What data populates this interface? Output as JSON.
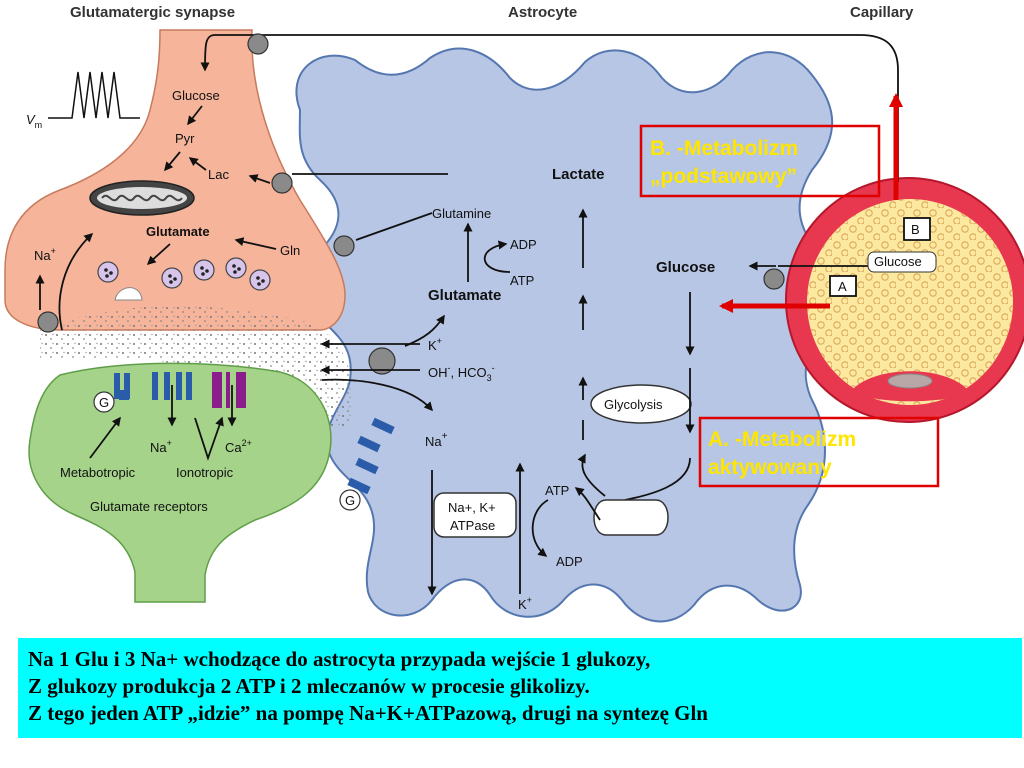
{
  "headers": {
    "synapse": "Glutamatergic synapse",
    "astrocyte": "Astrocyte",
    "capillary": "Capillary"
  },
  "neuron": {
    "vm": "V",
    "vm_sub": "m",
    "glucose": "Glucose",
    "pyr": "Pyr",
    "lac": "Lac",
    "glutamate": "Glutamate",
    "gln": "Gln",
    "na": "Na",
    "plus": "+"
  },
  "receptors": {
    "g_left": "G",
    "g_right": "G",
    "na_ion": "Na",
    "ca_ion": "Ca",
    "ca_charge": "2+",
    "plus": "+",
    "metabotropic": "Metabotropic",
    "ionotropic": "Ionotropic",
    "title": "Glutamate receptors"
  },
  "astrocyte": {
    "lactate": "Lactate",
    "glutamine": "Glutamine",
    "adp_top": "ADP",
    "atp_top": "ATP",
    "glutamate": "Glutamate",
    "k_plus": "K",
    "oh": "OH",
    "hco3": "HCO",
    "sub3": "3",
    "minus": "-",
    "plus": "+",
    "na_plus": "Na",
    "glucose": "Glucose",
    "glycolysis": "Glycolysis",
    "atpase_line1": "Na+, K+",
    "atpase_line2": "ATPase",
    "atp_bottom": "ATP",
    "adp_bottom": "ADP",
    "k_bottom": "K"
  },
  "capillary": {
    "glucose": "Glucose",
    "box_a": "A",
    "box_b": "B"
  },
  "annotations": {
    "b_line1": "B. -Metabolizm",
    "b_line2": "„podstawowy”",
    "a_line1": "A. -Metabolizm",
    "a_line2": "aktywowany"
  },
  "caption": {
    "line1": "Na 1 Glu i 3 Na+ wchodzące do astrocyta przypada wejście 1 glukozy,",
    "line2": "Z glukozy produkcja 2 ATP i 2 mleczanów w procesie glikolizy.",
    "line3": "Z tego jeden ATP „idzie” na pompę Na+K+ATPazową, drugi na syntezę Gln"
  },
  "colors": {
    "neuron_fill": "#f6b49b",
    "receptor_fill": "#a6d38a",
    "astrocyte_fill": "#b7c6e4",
    "astrocyte_stroke": "#5577b0",
    "capillary_wall": "#e8384f",
    "capillary_lumen": "#fde8a0",
    "annotation_red": "#e00000",
    "annotation_text": "#ffe600",
    "caption_bg": "#00ffff"
  }
}
